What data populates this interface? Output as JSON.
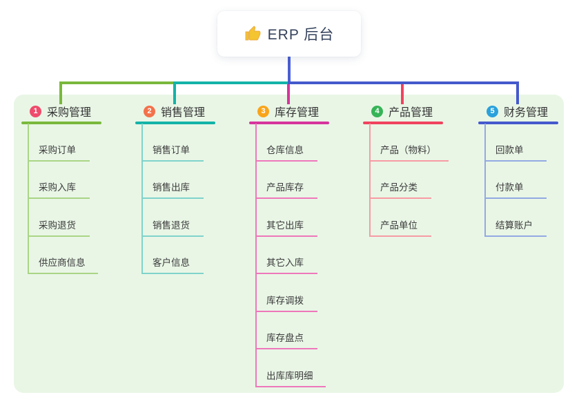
{
  "root": {
    "label": "ERP 后台",
    "icon": "thumbs-up-icon"
  },
  "panel_color": "#e9f6e6",
  "branches": [
    {
      "index": "1",
      "label": "采购管理",
      "line_color": "#7ab83c",
      "child_line_color": "#a9d585",
      "badge_color": "#ef4b6b",
      "children": [
        "采购订单",
        "采购入库",
        "采购退货",
        "供应商信息"
      ]
    },
    {
      "index": "2",
      "label": "销售管理",
      "line_color": "#14b3a8",
      "child_line_color": "#7fd3cb",
      "badge_color": "#f3724b",
      "children": [
        "销售订单",
        "销售出库",
        "销售退货",
        "客户信息"
      ]
    },
    {
      "index": "3",
      "label": "库存管理",
      "line_color": "#d6359c",
      "child_line_color": "#ee77ba",
      "badge_color": "#f9a51a",
      "children": [
        "仓库信息",
        "产品库存",
        "其它出库",
        "其它入库",
        "库存调拨",
        "库存盘点",
        "出库库明细"
      ]
    },
    {
      "index": "4",
      "label": "产品管理",
      "line_color": "#f0435f",
      "child_line_color": "#f79aa4",
      "badge_color": "#36b457",
      "children": [
        "产品（物料）",
        "产品分类",
        "产品单位"
      ]
    },
    {
      "index": "5",
      "label": "财务管理",
      "line_color": "#4459cc",
      "child_line_color": "#93a9e2",
      "badge_color": "#2aa1dc",
      "children": [
        "回款单",
        "付款单",
        "结算账户"
      ]
    }
  ]
}
